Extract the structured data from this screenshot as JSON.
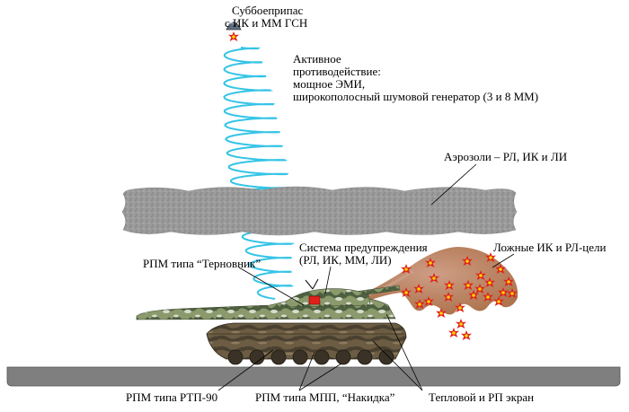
{
  "labels": {
    "submunition": [
      "Суббоеприпас",
      "с ИК и ММ  ГСН"
    ],
    "active": [
      "Активное",
      "противодействие:",
      "мощное ЭМИ,",
      "широкополосный шумовой генератор (3 и 8 ММ)"
    ],
    "aerosols": "Аэрозоли – РЛ, ИК и ЛИ",
    "warning": [
      "Система предупреждения",
      "(РЛ, ИК, ММ, ЛИ)"
    ],
    "decoys": "Ложные ИК и РЛ-цели",
    "ternovnik": "РПМ типа “Терновник”",
    "rtp90": "РПМ типа РТП-90",
    "mpp": "РПМ типа МПП, “Накидка”",
    "thermal": "Тепловой  и  РП экран"
  },
  "colors": {
    "wave": "#35c4e6",
    "aerosol_cloud": "#9a9a9a",
    "ground": "#7f7f7f",
    "tank_hull": "#5d513c",
    "camouflage": [
      "#4d6040",
      "#8a9a6c",
      "#d8dccc"
    ],
    "decoy_plume": "#b97d5a",
    "flare": "#e0201a"
  }
}
